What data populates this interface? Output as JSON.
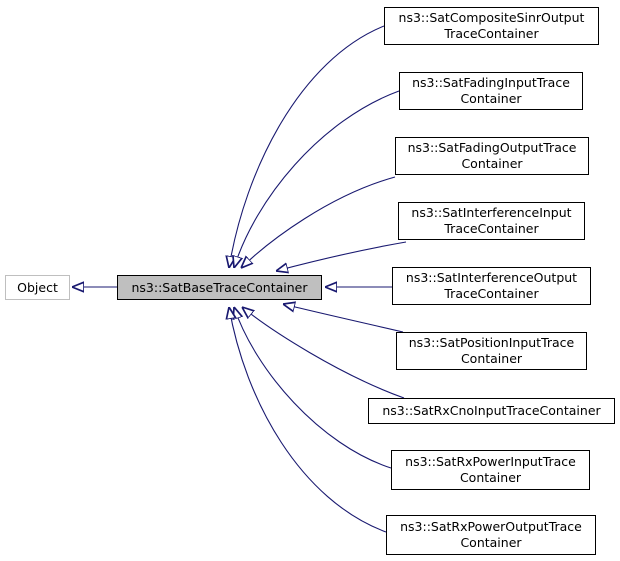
{
  "diagram": {
    "kind": "inheritance-graph",
    "edge_color": "#191970",
    "base": {
      "label": "Object"
    },
    "focus": {
      "label": "ns3::SatBaseTraceContainer",
      "fill": "#bfbfbf"
    },
    "children": [
      {
        "line1": "ns3::SatCompositeSinrOutput",
        "line2": "TraceContainer"
      },
      {
        "line1": "ns3::SatFadingInputTrace",
        "line2": "Container"
      },
      {
        "line1": "ns3::SatFadingOutputTrace",
        "line2": "Container"
      },
      {
        "line1": "ns3::SatInterferenceInput",
        "line2": "TraceContainer"
      },
      {
        "line1": "ns3::SatInterferenceOutput",
        "line2": "TraceContainer"
      },
      {
        "line1": "ns3::SatPositionInputTrace",
        "line2": "Container"
      },
      {
        "line1": "ns3::SatRxCnoInputTraceContainer"
      },
      {
        "line1": "ns3::SatRxPowerInputTrace",
        "line2": "Container"
      },
      {
        "line1": "ns3::SatRxPowerOutputTrace",
        "line2": "Container"
      }
    ]
  }
}
